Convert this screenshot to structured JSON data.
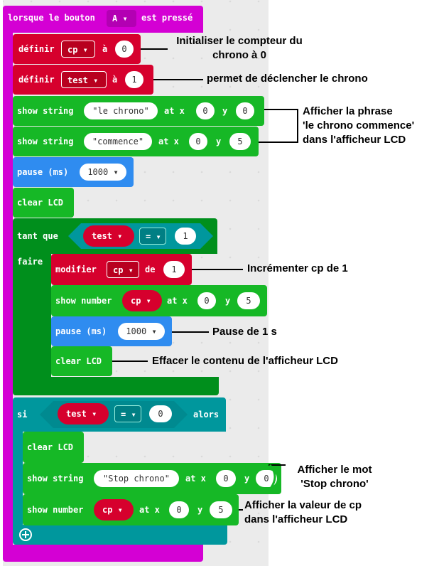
{
  "colors": {
    "event": "#d400d4",
    "variables": "#d6002d",
    "lcd": "#16b826",
    "basic": "#2f8cf0",
    "loops": "#008f1c",
    "logic": "#00979d"
  },
  "event": {
    "label_a": "lorsque le bouton",
    "button": "A",
    "label_b": "est pressé"
  },
  "set_cp": {
    "keyword": "définir",
    "var": "cp",
    "to": "à",
    "value": "0"
  },
  "set_test": {
    "keyword": "définir",
    "var": "test",
    "to": "à",
    "value": "1"
  },
  "show1": {
    "keyword": "show string",
    "text": "\"le chrono\"",
    "at_x": "at x",
    "x": "0",
    "y_label": "y",
    "y": "0"
  },
  "show2": {
    "keyword": "show string",
    "text": "\"commence\"",
    "at_x": "at x",
    "x": "0",
    "y_label": "y",
    "y": "5"
  },
  "pause1": {
    "keyword": "pause (ms)",
    "value": "1000"
  },
  "clear1": {
    "label": "clear LCD"
  },
  "while": {
    "keyword": "tant que",
    "var": "test",
    "op": "=",
    "value": "1",
    "do": "faire"
  },
  "change": {
    "keyword": "modifier",
    "var": "cp",
    "by": "de",
    "value": "1"
  },
  "shownum1": {
    "keyword": "show number",
    "var": "cp",
    "at_x": "at x",
    "x": "0",
    "y_label": "y",
    "y": "5"
  },
  "pause2": {
    "keyword": "pause (ms)",
    "value": "1000"
  },
  "clear2": {
    "label": "clear LCD"
  },
  "if": {
    "keyword": "si",
    "var": "test",
    "op": "=",
    "value": "0",
    "then": "alors"
  },
  "clear3": {
    "label": "clear LCD"
  },
  "show3": {
    "keyword": "show string",
    "text": "\"Stop chrono\"",
    "at_x": "at x",
    "x": "0",
    "y_label": "y",
    "y": "0"
  },
  "shownum2": {
    "keyword": "show number",
    "var": "cp",
    "at_x": "at x",
    "x": "0",
    "y_label": "y",
    "y": "5"
  },
  "annotations": {
    "a1_l1": "Initialiser le compteur du",
    "a1_l2": "chrono à 0",
    "a2": "permet de déclencher le chrono",
    "a3_l1": "Afficher la phrase",
    "a3_l2": "'le chrono commence'",
    "a3_l3": "dans l'afficheur LCD",
    "a4": "Incrémenter cp de 1",
    "a5": "Pause de 1 s",
    "a6": "Effacer le contenu de l'afficheur LCD",
    "a7_l1": "Afficher le mot",
    "a7_l2": "'Stop chrono'",
    "a8_l1": "Afficher la valeur de cp",
    "a8_l2": "dans l'afficheur LCD"
  }
}
